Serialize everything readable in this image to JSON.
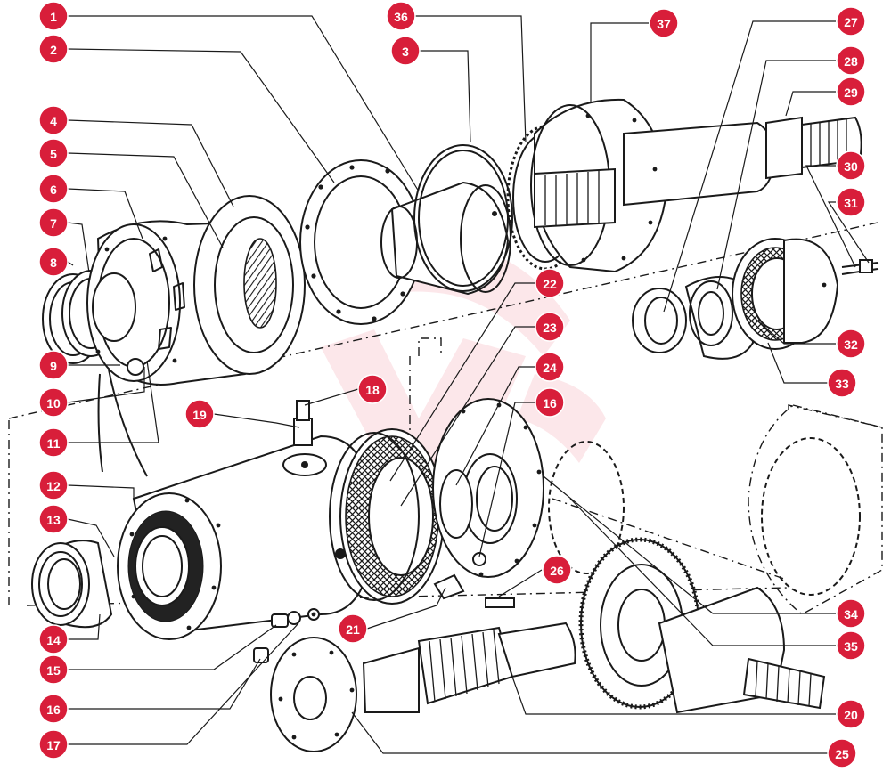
{
  "colors": {
    "badge": "#d81e3a",
    "badge_text": "#ffffff",
    "line": "#1a1a1a",
    "watermark": "#e53950"
  },
  "callouts": [
    {
      "id": "c1",
      "label": "1"
    },
    {
      "id": "c2",
      "label": "2"
    },
    {
      "id": "c36",
      "label": "36"
    },
    {
      "id": "c3",
      "label": "3"
    },
    {
      "id": "c37",
      "label": "37"
    },
    {
      "id": "c27",
      "label": "27"
    },
    {
      "id": "c28",
      "label": "28"
    },
    {
      "id": "c29",
      "label": "29"
    },
    {
      "id": "c30",
      "label": "30"
    },
    {
      "id": "c31",
      "label": "31"
    },
    {
      "id": "c4",
      "label": "4"
    },
    {
      "id": "c5",
      "label": "5"
    },
    {
      "id": "c6",
      "label": "6"
    },
    {
      "id": "c7",
      "label": "7"
    },
    {
      "id": "c8",
      "label": "8"
    },
    {
      "id": "c9",
      "label": "9"
    },
    {
      "id": "c10",
      "label": "10"
    },
    {
      "id": "c11",
      "label": "11"
    },
    {
      "id": "c12",
      "label": "12"
    },
    {
      "id": "c13",
      "label": "13"
    },
    {
      "id": "c14",
      "label": "14"
    },
    {
      "id": "c15",
      "label": "15"
    },
    {
      "id": "c16a",
      "label": "16"
    },
    {
      "id": "c17",
      "label": "17"
    },
    {
      "id": "c18",
      "label": "18"
    },
    {
      "id": "c19",
      "label": "19"
    },
    {
      "id": "c21",
      "label": "21"
    },
    {
      "id": "c22",
      "label": "22"
    },
    {
      "id": "c23",
      "label": "23"
    },
    {
      "id": "c24",
      "label": "24"
    },
    {
      "id": "c16b",
      "label": "16"
    },
    {
      "id": "c26",
      "label": "26"
    },
    {
      "id": "c32",
      "label": "32"
    },
    {
      "id": "c33",
      "label": "33"
    },
    {
      "id": "c34",
      "label": "34"
    },
    {
      "id": "c35",
      "label": "35"
    },
    {
      "id": "c20",
      "label": "20"
    },
    {
      "id": "c25",
      "label": "25"
    }
  ]
}
